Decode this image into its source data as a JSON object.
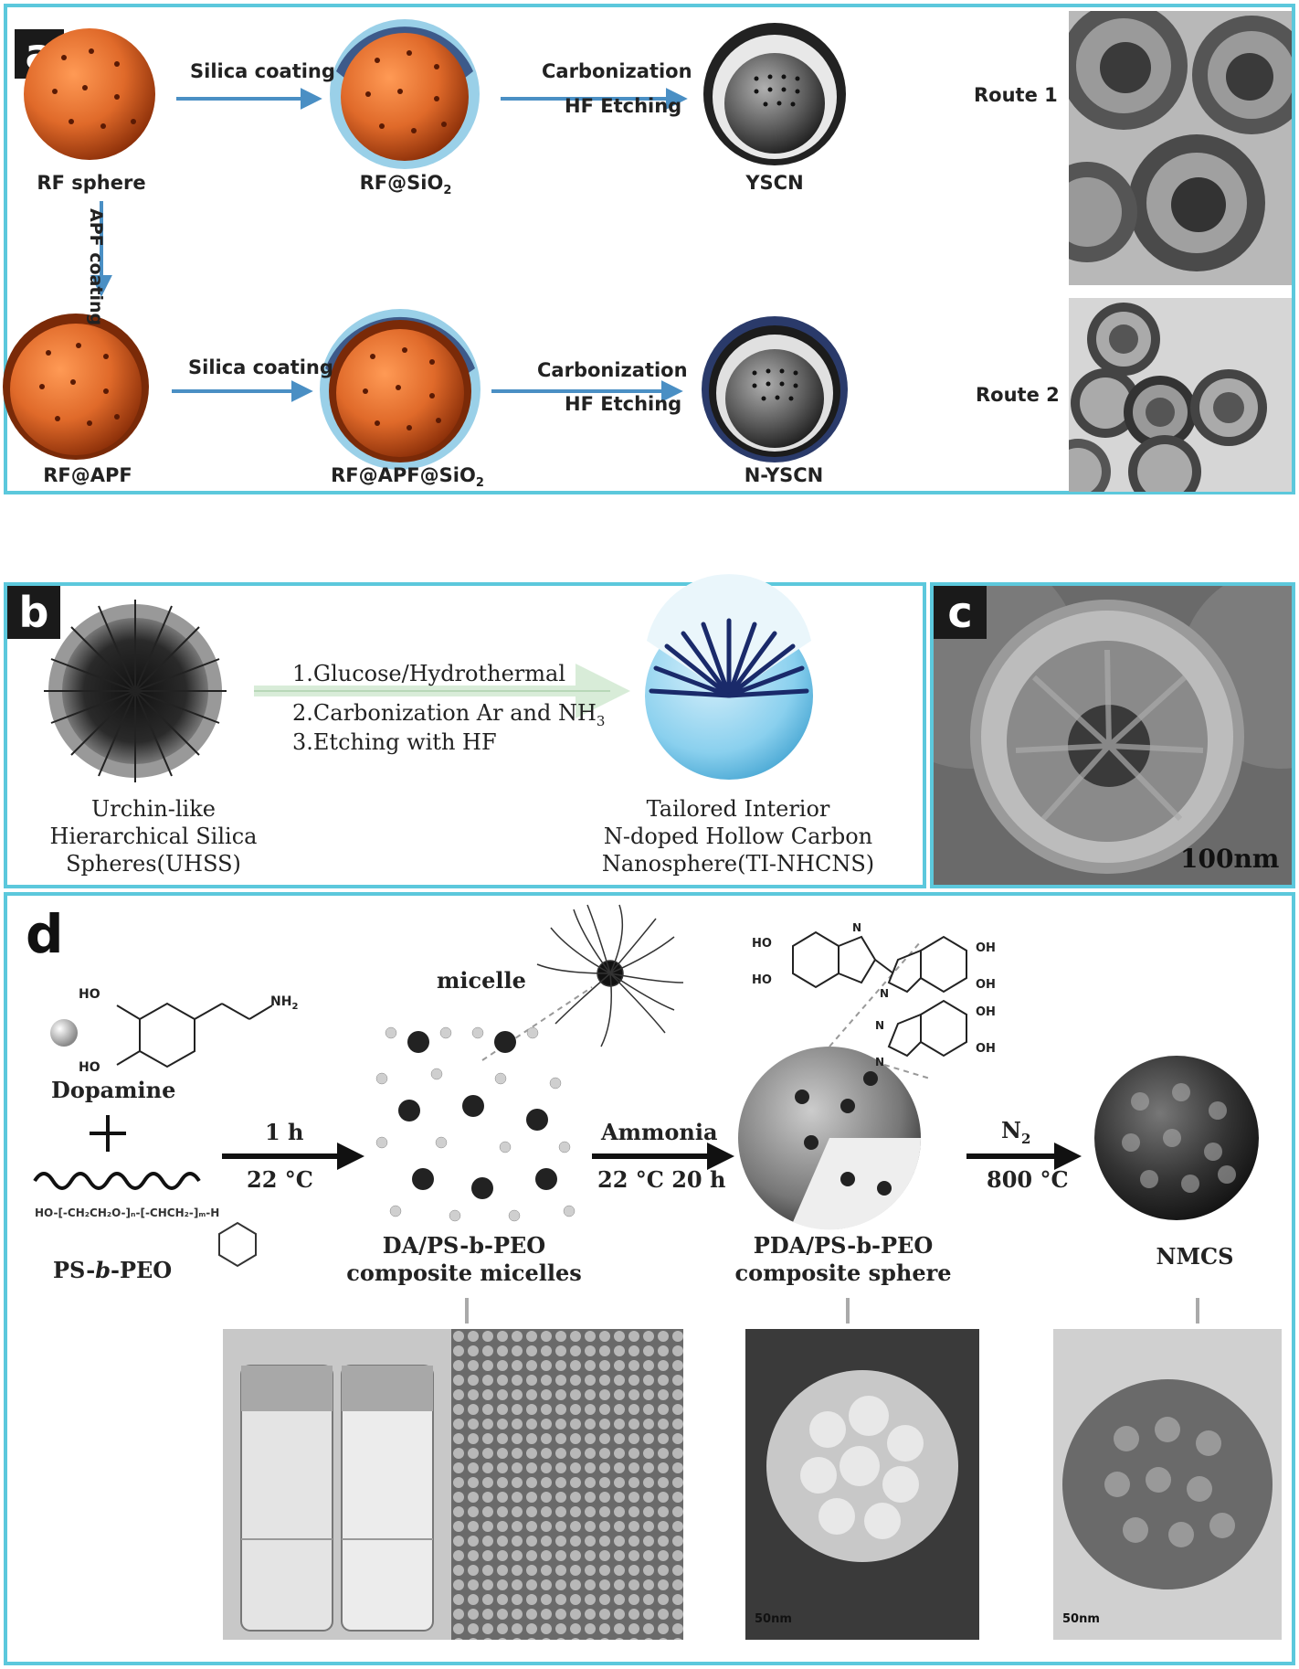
{
  "panel_a": {
    "tag": "a",
    "route1": {
      "arrow1": "Silica coating",
      "arrow2_line1": "Carbonization",
      "arrow2_line2": "HF Etching",
      "sphere1": "RF sphere",
      "sphere2": "RF@SiO",
      "sphere2_sub": "2",
      "sphere3": "YSCN",
      "route_label": "Route 1"
    },
    "down_arrow": "APF coating",
    "route2": {
      "arrow1": "Silica coating",
      "arrow2_line1": "Carbonization",
      "arrow2_line2": "HF Etching",
      "sphere1": "RF@APF",
      "sphere2": "RF@APF@SiO",
      "sphere2_sub": "2",
      "sphere3": "N-YSCN",
      "route_label": "Route 2"
    }
  },
  "panel_b": {
    "tag": "b",
    "steps": [
      "1.Glucose/Hydrothermal",
      "2.Carbonization Ar and NH",
      "3.Etching with HF"
    ],
    "step2_sub": "3",
    "left_caption": [
      "Urchin-like",
      "Hierarchical Silica",
      "Spheres(UHSS)"
    ],
    "right_caption": [
      "Tailored Interior",
      "N-doped Hollow Carbon",
      "Nanosphere(TI-NHCNS)"
    ]
  },
  "panel_c": {
    "tag": "c",
    "scale": "100nm"
  },
  "panel_d": {
    "tag": "d",
    "micelle": "micelle",
    "dopamine": "Dopamine",
    "dopamine_ho1": "HO",
    "dopamine_ho2": "HO",
    "dopamine_nh2": "NH",
    "dopamine_nh2_sub": "2",
    "plus": "+",
    "polymer_formula": "HO-[-CH₂CH₂O-]ₙ-[-CHCH₂-]ₘ-H",
    "ps_peo": [
      "PS-",
      "b",
      "-PEO"
    ],
    "arrow1_top": "1 h",
    "arrow1_bottom": "22 °C",
    "arrow2_top": "Ammonia",
    "arrow2_bottom": "22 °C 20 h",
    "arrow3_top": "N",
    "arrow3_top_sub": "2",
    "arrow3_bottom": "800 °C",
    "composite_micelles": [
      "DA/PS-b-PEO",
      "composite micelles"
    ],
    "composite_sphere": [
      "PDA/PS-b-PEO",
      "composite sphere"
    ],
    "nmcs": "NMCS",
    "pda_oh": [
      "HO",
      "HO",
      "OH",
      "OH",
      "OH",
      "OH"
    ],
    "pda_nh": [
      "N",
      "N",
      "N",
      "N"
    ],
    "scale_sem": "50nm",
    "scale_tem": "50nm"
  },
  "colors": {
    "frame": "#5cc8dc",
    "arrow_blue": "#4a8fc4",
    "rf_orange": "#e06a2a",
    "silica_blue": "#9ad0e8"
  }
}
